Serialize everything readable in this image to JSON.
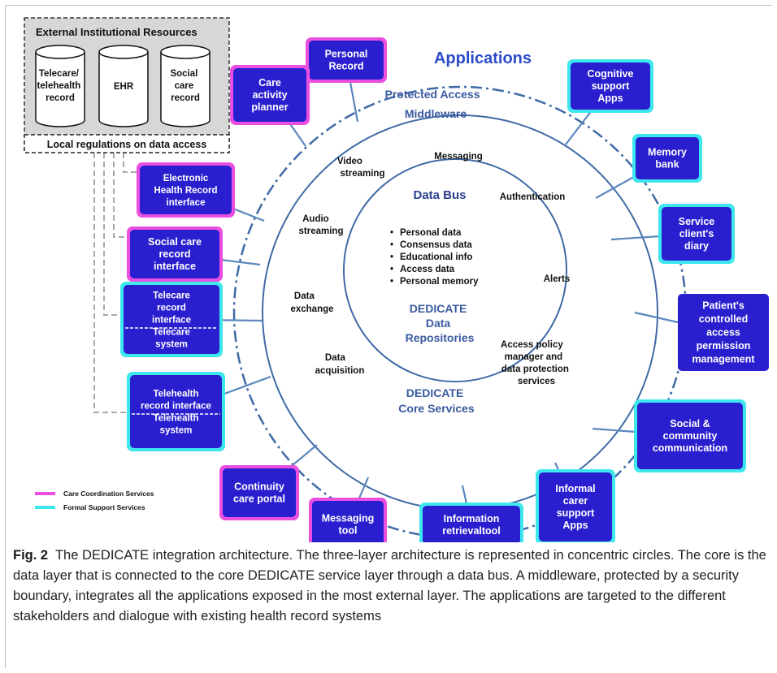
{
  "diagram": {
    "applications_title": "Applications",
    "protected_access": "Protected Access",
    "middleware": "Middleware",
    "data_bus": "Data Bus",
    "external": {
      "title": "External Institutional Resources",
      "cylinders": [
        [
          "Telecare/",
          "telehealth",
          "record"
        ],
        [
          "EHR"
        ],
        [
          "Social",
          "care",
          "record"
        ]
      ],
      "regulations": "Local regulations on data access"
    },
    "core_services": [
      [
        "Video",
        "streaming"
      ],
      [
        "Messaging"
      ],
      [
        "Authentication"
      ],
      [
        "Audio",
        "streaming"
      ],
      [
        "Alerts"
      ],
      [
        "Data",
        "exchange"
      ],
      [
        "Data",
        "acquisition"
      ],
      [
        "Access policy",
        "manager and",
        "data protection",
        "services"
      ]
    ],
    "data_items": [
      "Personal data",
      "Consensus data",
      "Educational info",
      "Access data",
      "Personal memory"
    ],
    "repositories": [
      "DEDICATE",
      "Data",
      "Repositories"
    ],
    "core_label": [
      "DEDICATE",
      "Core Services"
    ],
    "apps": [
      {
        "lines": [
          "Personal",
          "Record"
        ],
        "type": "care"
      },
      {
        "lines": [
          "Care",
          "activity",
          "planner"
        ],
        "type": "care"
      },
      {
        "lines": [
          "Electronic",
          "Health Record",
          "interface"
        ],
        "type": "care"
      },
      {
        "lines": [
          "Social care",
          "record",
          "interface"
        ],
        "type": "care"
      },
      {
        "lines": [
          "Telecare",
          "record",
          "interface",
          "Telecare",
          "system"
        ],
        "type": "formal"
      },
      {
        "lines": [
          "Telehealth",
          "record interface",
          "Telehealth",
          "system"
        ],
        "type": "formal"
      },
      {
        "lines": [
          "Continuity",
          "care portal"
        ],
        "type": "care"
      },
      {
        "lines": [
          "Messaging",
          "tool"
        ],
        "type": "care"
      },
      {
        "lines": [
          "Information",
          "retrievaltool"
        ],
        "type": "formal"
      },
      {
        "lines": [
          "Informal",
          "carer",
          "support",
          "Apps"
        ],
        "type": "formal"
      },
      {
        "lines": [
          "Social &",
          "community",
          "communication"
        ],
        "type": "formal"
      },
      {
        "lines": [
          "Patient's",
          "controlled",
          "access",
          "permission",
          "management"
        ],
        "type": "none"
      },
      {
        "lines": [
          "Service",
          "client's",
          "diary"
        ],
        "type": "formal"
      },
      {
        "lines": [
          "Memory",
          "bank"
        ],
        "type": "formal"
      },
      {
        "lines": [
          "Cognitive",
          "support",
          "Apps"
        ],
        "type": "formal"
      }
    ],
    "legend": [
      {
        "label": "Care Coordination Services",
        "color": "#ea4fe0"
      },
      {
        "label": "Formal Support Services",
        "color": "#3ee6ee"
      }
    ],
    "colors": {
      "box_fill": "#2a1fcf",
      "care_border": "#ea4fe0",
      "formal_border": "#3ee6ee",
      "ring": "#3f6aa6",
      "title_blue": "#2b4bc8"
    }
  },
  "caption": {
    "fig_label": "Fig. 2",
    "text": "The DEDICATE integration architecture. The three-layer architecture is represented in concentric circles. The core is the data layer that is connected to the core DEDICATE service layer through a data bus. A middleware, protected by a security boundary, integrates all the applications exposed in the most external layer. The applications are targeted to the different stakeholders and dialogue with existing health record systems"
  }
}
